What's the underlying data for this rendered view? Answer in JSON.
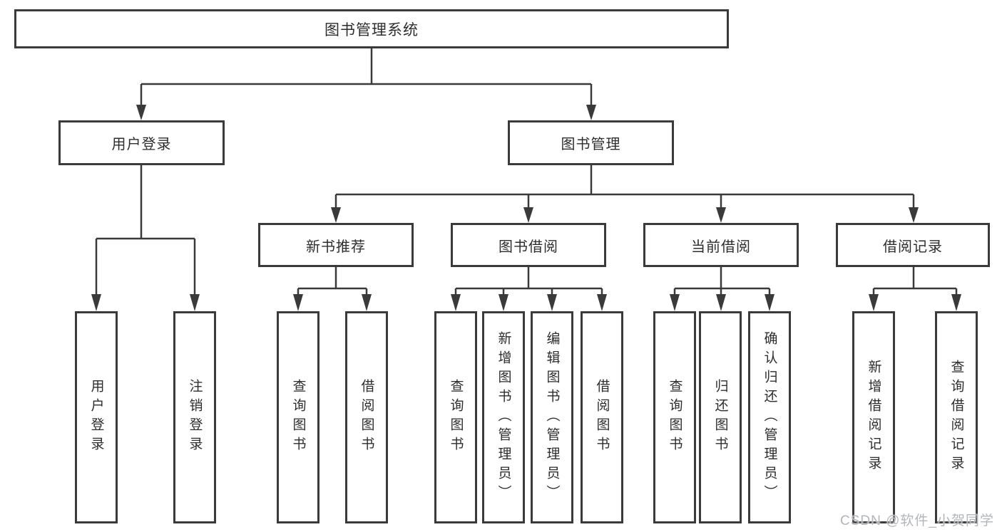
{
  "diagram": {
    "root": {
      "label": "图书管理系统"
    },
    "level2": [
      {
        "label": "用户登录"
      },
      {
        "label": "图书管理"
      }
    ],
    "level3": [
      {
        "label": "新书推荐"
      },
      {
        "label": "图书借阅"
      },
      {
        "label": "当前借阅"
      },
      {
        "label": "借阅记录"
      }
    ],
    "leaves": [
      {
        "label": "用户登录"
      },
      {
        "label": "注销登录"
      },
      {
        "label": "查询图书"
      },
      {
        "label": "借阅图书"
      },
      {
        "label": "查询图书"
      },
      {
        "label": "新增图书（管理员）"
      },
      {
        "label": "编辑图书（管理员）"
      },
      {
        "label": "借阅图书"
      },
      {
        "label": "查询图书"
      },
      {
        "label": "归还图书"
      },
      {
        "label": "确认归还（管理员）"
      },
      {
        "label": "新增借阅记录"
      },
      {
        "label": "查询借阅记录"
      }
    ]
  },
  "watermark": {
    "text": "CSDN @软件_小贺同学"
  },
  "colors": {
    "line": "#3a3a3a",
    "text": "#2d2d2d",
    "background": "#ffffff",
    "watermark": "#b2b5ba"
  }
}
